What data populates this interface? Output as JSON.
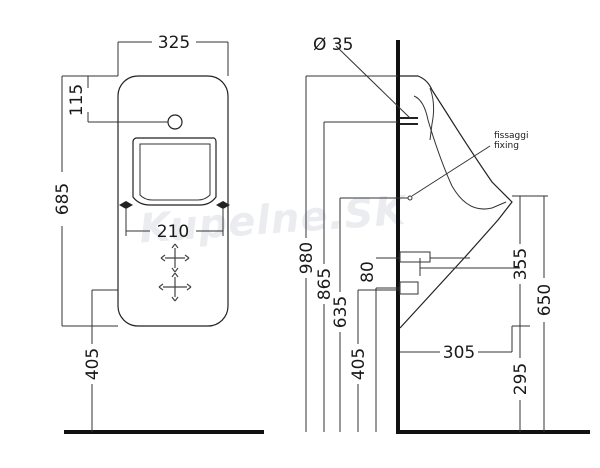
{
  "front_view": {
    "width_label": "325",
    "top_to_inlet_label": "115",
    "height_label": "685",
    "fixing_spacing_label": "210",
    "floor_to_bottom_label": "405"
  },
  "side_view": {
    "inlet_diameter_label": "Ø 35",
    "fixing_note_it": "fissaggi",
    "fixing_note_en": "fixing",
    "top_height_label": "980",
    "inlet_height_label": "865",
    "fixing_height_label": "635",
    "bottom_height_label": "405",
    "outlet_offset_label": "80",
    "depth_label": "305",
    "upper_outlet_label": "355",
    "outlet_total_label": "650",
    "outlet_height_label": "295"
  },
  "watermark": "Kupelne.SK"
}
